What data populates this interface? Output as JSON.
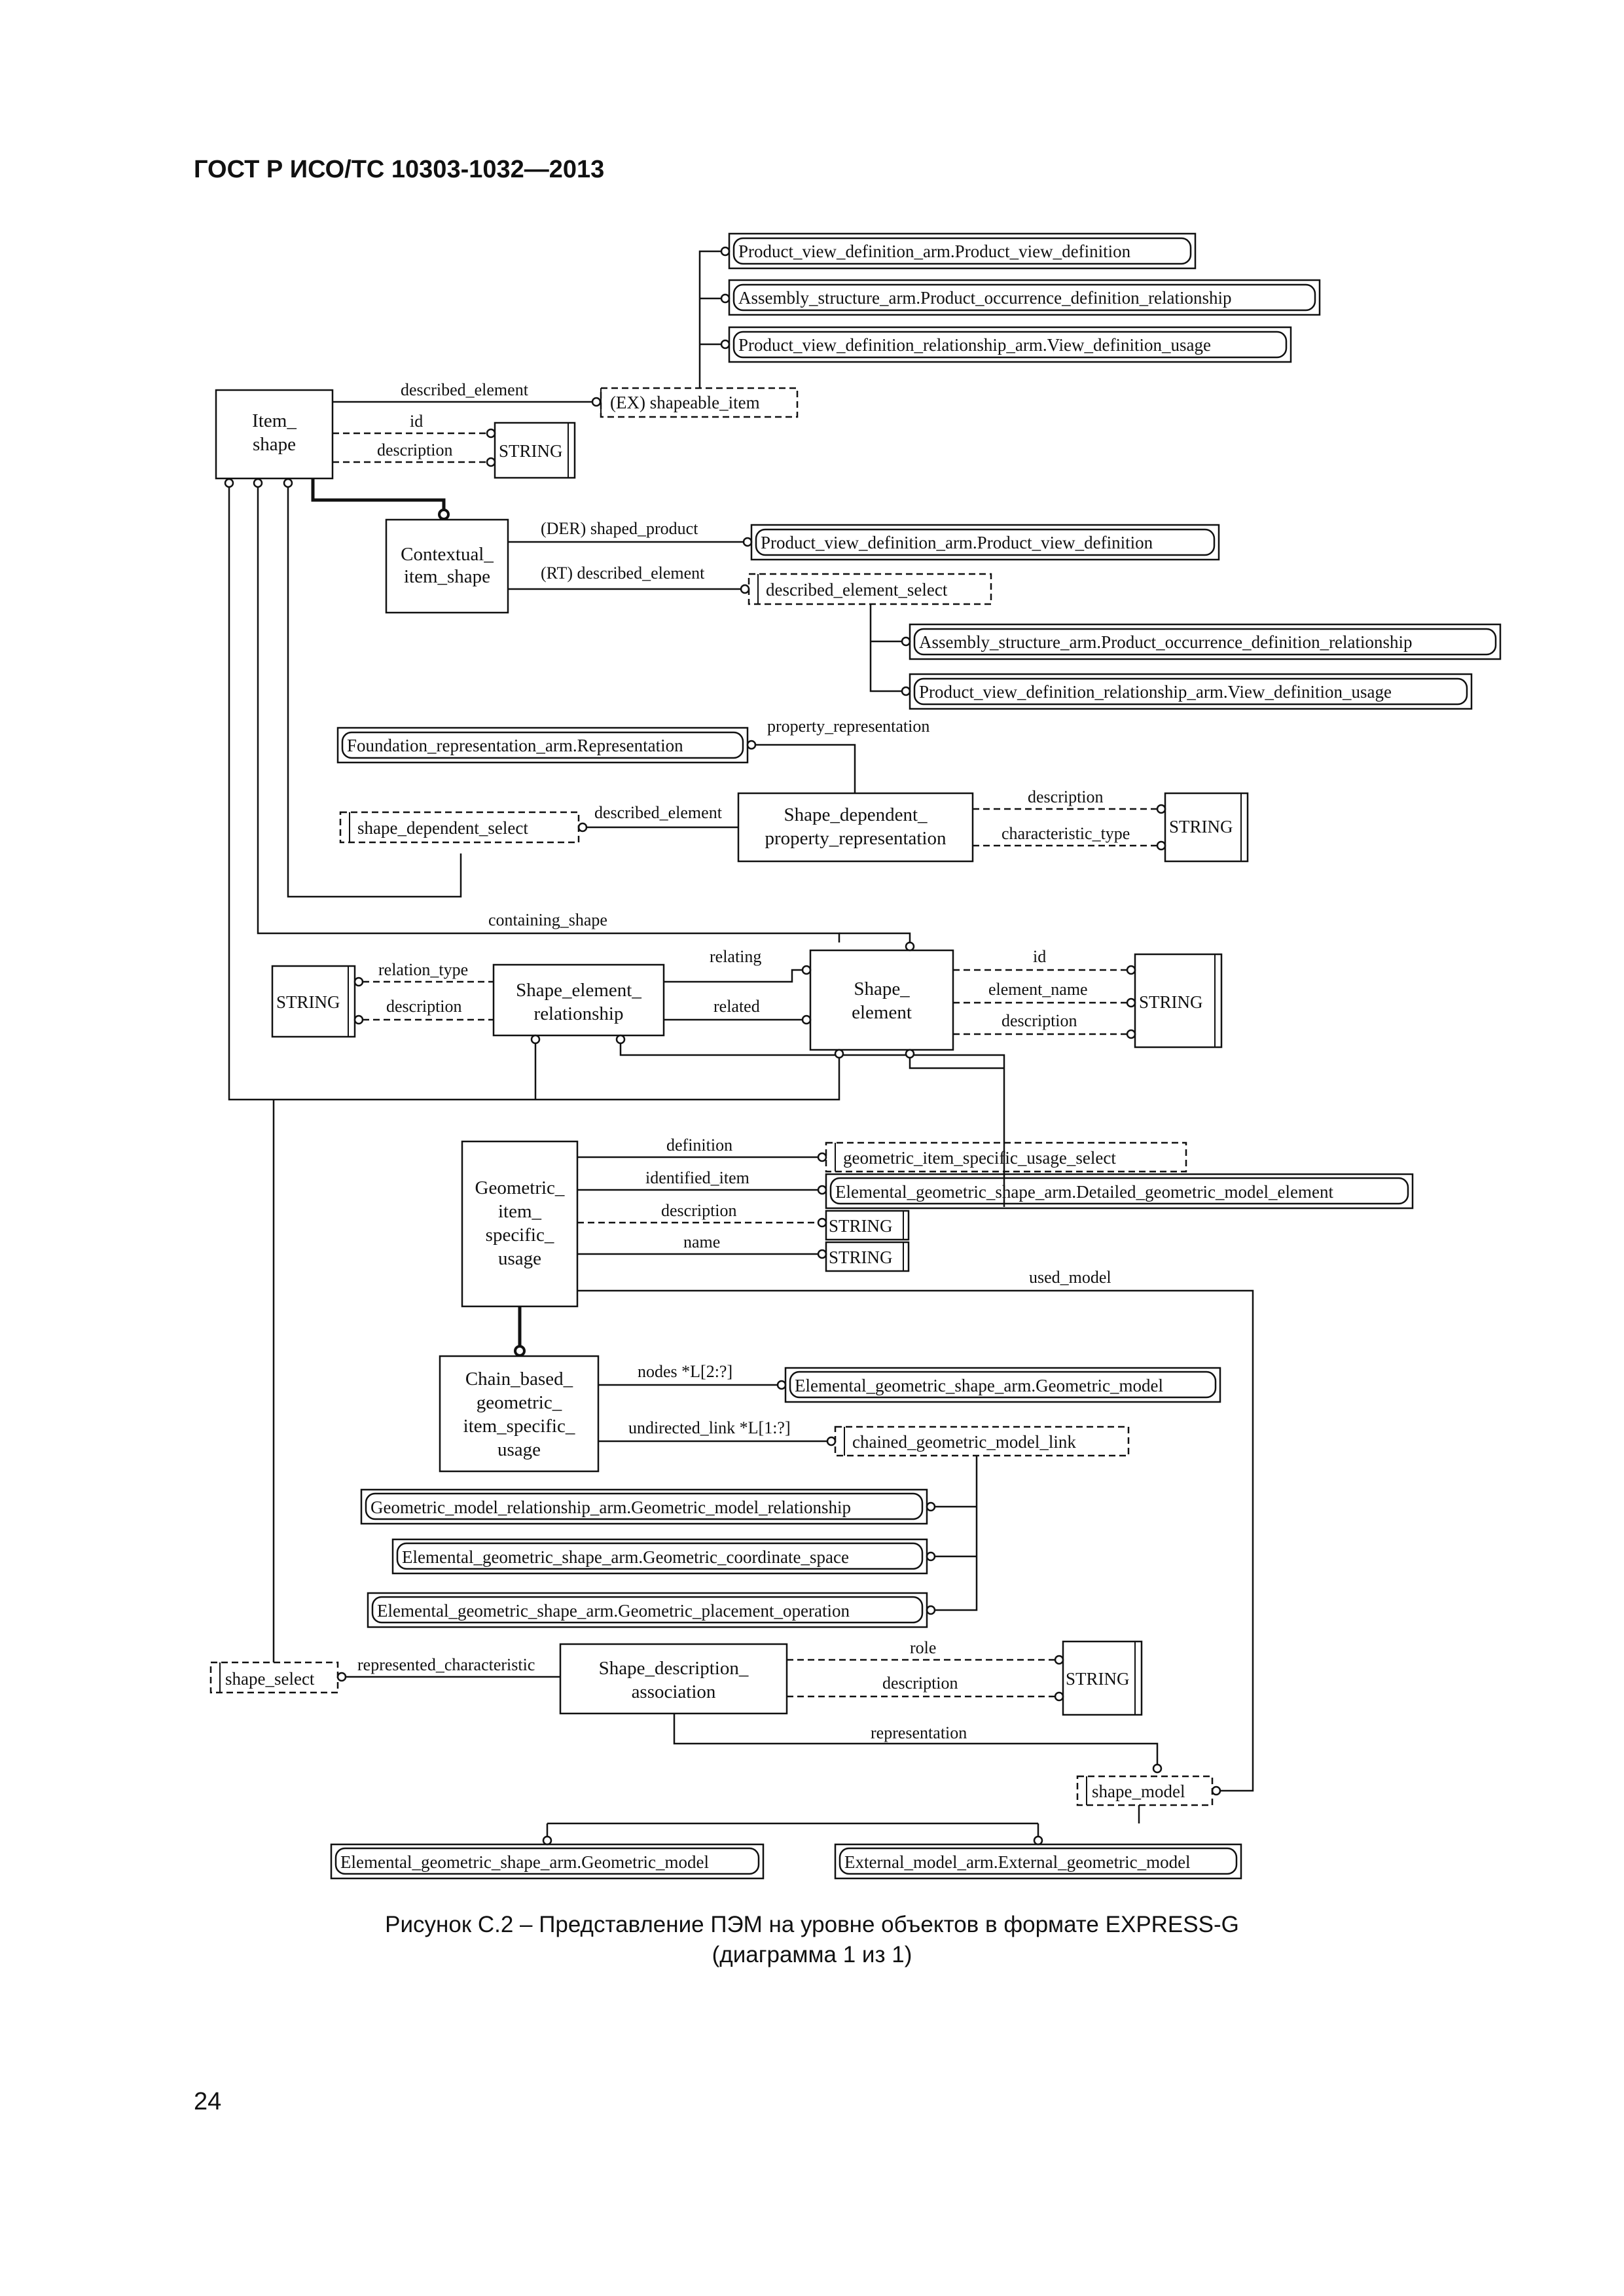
{
  "header": {
    "title": "ГОСТ Р ИСО/ТС 10303-1032—2013"
  },
  "entities": {
    "item_shape": [
      "Item_",
      "shape"
    ],
    "contextual_item_shape": [
      "Contextual_",
      "item_shape"
    ],
    "shape_dependent_property_representation": [
      "Shape_dependent_",
      "property_representation"
    ],
    "shape_element_relationship": [
      "Shape_element_",
      "relationship"
    ],
    "shape_element": [
      "Shape_",
      "element"
    ],
    "geometric_item_specific_usage": [
      "Geometric_",
      "item_",
      "specific_",
      "usage"
    ],
    "chain_based_geometric_item_specific_usage": [
      "Chain_based_",
      "geometric_",
      "item_specific_",
      "usage"
    ],
    "shape_description_association": [
      "Shape_description_",
      "association"
    ]
  },
  "external_refs": {
    "pvd_top": "Product_view_definition_arm.Product_view_definition",
    "asm_top": "Assembly_structure_arm.Product_occurrence_definition_relationship",
    "pvdr_top": "Product_view_definition_relationship_arm.View_definition_usage",
    "pvd_mid": "Product_view_definition_arm.Product_view_definition",
    "asm_mid": "Assembly_structure_arm.Product_occurrence_definition_relationship",
    "pvdr_mid": "Product_view_definition_relationship_arm.View_definition_usage",
    "foundation_rep": "Foundation_representation_arm.Representation",
    "detailed_geom_element": "Elemental_geometric_shape_arm.Detailed_geometric_model_element",
    "geom_model_chain": "Elemental_geometric_shape_arm.Geometric_model",
    "geom_model_rel": "Geometric_model_relationship_arm.Geometric_model_relationship",
    "geom_coord_space": "Elemental_geometric_shape_arm.Geometric_coordinate_space",
    "geom_placement_op": "Elemental_geometric_shape_arm.Geometric_placement_operation",
    "geom_model_bottom": "Elemental_geometric_shape_arm.Geometric_model",
    "external_geom_model": "External_model_arm.External_geometric_model"
  },
  "selects": {
    "shapeable_item": "(EX) shapeable_item",
    "described_element_select": "described_element_select",
    "shape_dependent_select": "shape_dependent_select",
    "geometric_item_specific_usage_select": "geometric_item_specific_usage_select",
    "chained_geometric_model_link": "chained_geometric_model_link",
    "shape_select": "shape_select",
    "shape_model": "shape_model"
  },
  "string_label": "STRING",
  "attributes": {
    "described_element": "described_element",
    "id": "id",
    "description": "description",
    "der_shaped_product": "(DER) shaped_product",
    "rt_described_element": "(RT) described_element",
    "property_representation": "property_representation",
    "characteristic_type": "characteristic_type",
    "containing_shape": "containing_shape",
    "relation_type": "relation_type",
    "relating": "relating",
    "related": "related",
    "element_name": "element_name",
    "definition": "definition",
    "identified_item": "identified_item",
    "name": "name",
    "used_model": "used_model",
    "nodes": "nodes *L[2:?]",
    "undirected_link": "undirected_link *L[1:?]",
    "represented_characteristic": "represented_characteristic",
    "role": "role",
    "representation": "representation"
  },
  "caption": {
    "line1": "Рисунок  С.2 – Представление ПЭМ на уровне объектов в формате EXPRESS-G",
    "line2": "(диаграмма 1 из 1)"
  },
  "page_number": "24"
}
